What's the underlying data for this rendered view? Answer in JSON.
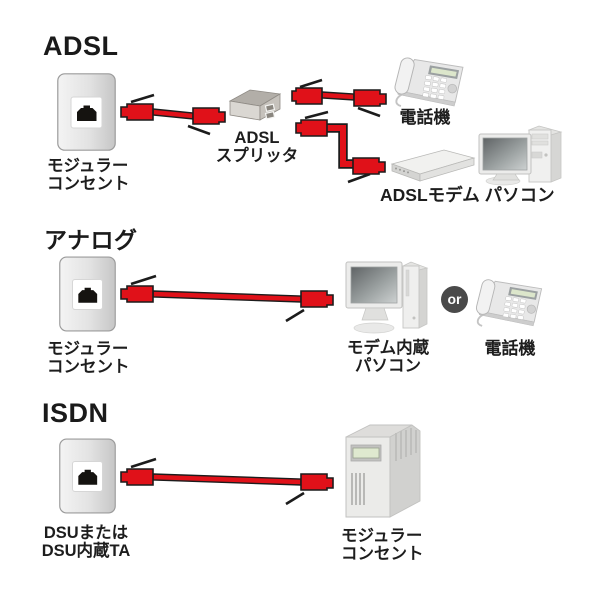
{
  "colors": {
    "cable_red": "#e01119",
    "cable_outline": "#1c1c1c",
    "device_gray": "#dcdcda",
    "lcd_green": "#dfe9cf",
    "text_black": "#1d1d1d",
    "or_circle_gray": "#4a4a4a",
    "or_text": "#ffffff",
    "background": "#ffffff"
  },
  "icons": {
    "modular-outlet-icon": "wall modular jack plate",
    "rj11-cable-icon": "red modular cable with RJ-11 plugs and latch clips",
    "adsl-splitter-icon": "small ADSL splitter box",
    "telephone-icon": "desk telephone",
    "adsl-modem-icon": "flat ADSL modem box",
    "desktop-pc-icon": "desktop computer monitor and tower",
    "ta-unit-icon": "vertical terminal adapter unit with LCD",
    "or-badge": "dark circle with word or"
  },
  "sections": {
    "adsl": {
      "title": "ADSL",
      "outlet_label": [
        "モジュラー",
        "コンセント"
      ],
      "splitter_label": [
        "ADSL",
        "スプリッタ"
      ],
      "phone_label": "電話機",
      "modem_pc_label": "ADSLモデム パソコン"
    },
    "analog": {
      "title": "アナログ",
      "outlet_label": [
        "モジュラー",
        "コンセント"
      ],
      "pc_label": [
        "モデム内蔵",
        "パソコン"
      ],
      "or_label": "or",
      "phone_label": "電話機"
    },
    "isdn": {
      "title": "ISDN",
      "outlet_label": [
        "DSUまたは",
        "DSU内蔵TA"
      ],
      "ta_label": [
        "モジュラー",
        "コンセント"
      ]
    }
  }
}
